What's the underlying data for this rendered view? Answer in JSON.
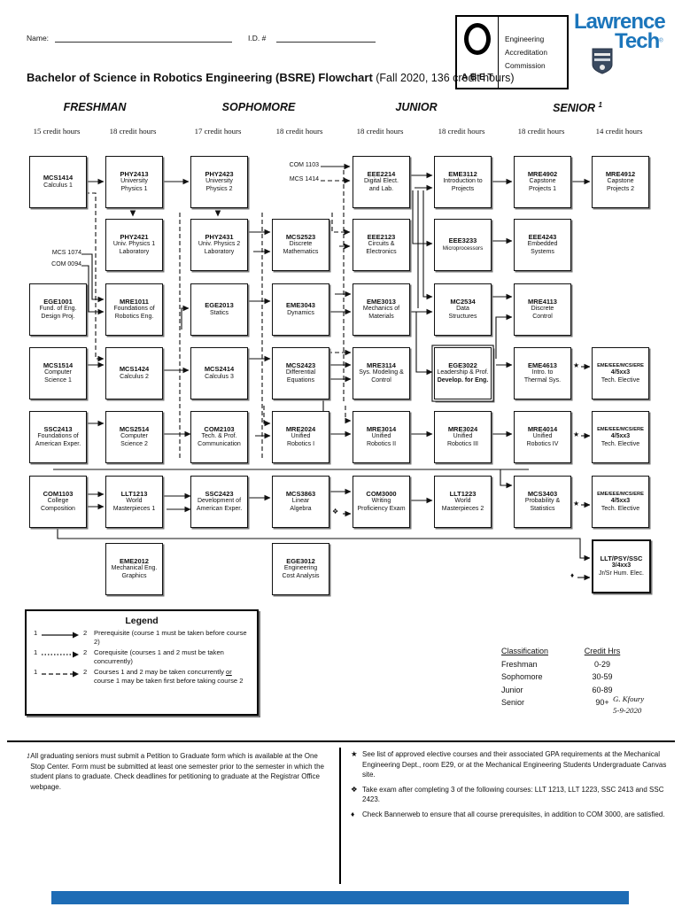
{
  "header": {
    "name_label": "Name:",
    "id_label": "I.D. #",
    "title_bold": "Bachelor of Science in Robotics Engineering (BSRE) Flowchart",
    "title_paren": " (Fall 2020, 136 credit hours)",
    "abet": {
      "word": "ABET",
      "lines": [
        "Engineering",
        "Accreditation",
        "Commission"
      ]
    },
    "logo": {
      "line1": "Lawrence",
      "line2": "Tech",
      "registered": "®"
    },
    "brand_blue": "#1b75bb"
  },
  "flowchart": {
    "year_headers": [
      {
        "label": "FRESHMAN",
        "sup": ""
      },
      {
        "label": "SOPHOMORE",
        "sup": ""
      },
      {
        "label": "JUNIOR",
        "sup": ""
      },
      {
        "label": "SENIOR",
        "sup": "1"
      }
    ],
    "credit_hours": [
      "15 credit hours",
      "18 credit hours",
      "17 credit hours",
      "18 credit hours",
      "18 credit hours",
      "18 credit hours",
      "18 credit hours",
      "14 credit hours"
    ],
    "courses": [
      {
        "code": "MCS1414",
        "lines": [
          "Calculus 1"
        ],
        "row": 1,
        "col": 1
      },
      {
        "code": "PHY2413",
        "lines": [
          "University",
          "Physics 1"
        ],
        "row": 1,
        "col": 2
      },
      {
        "code": "PHY2423",
        "lines": [
          "University",
          "Physics 2"
        ],
        "row": 1,
        "col": 3
      },
      {
        "code": "EEE2214",
        "lines": [
          "Digital Elect.",
          "and Lab."
        ],
        "row": 1,
        "col": 5
      },
      {
        "code": "EME3112",
        "lines": [
          "Introduction to",
          "Projects"
        ],
        "row": 1,
        "col": 6
      },
      {
        "code": "MRE4902",
        "lines": [
          "Capstone",
          "Projects 1"
        ],
        "row": 1,
        "col": 7
      },
      {
        "code": "MRE4912",
        "lines": [
          "Capstone",
          "Projects 2"
        ],
        "row": 1,
        "col": 8
      },
      {
        "code": "PHY2421",
        "lines": [
          "Univ. Physics 1",
          "Laboratory"
        ],
        "row": 2,
        "col": 2
      },
      {
        "code": "PHY2431",
        "lines": [
          "Univ. Physics 2",
          "Laboratory"
        ],
        "row": 2,
        "col": 3
      },
      {
        "code": "MCS2523",
        "lines": [
          "Discrete",
          "Mathematics"
        ],
        "row": 2,
        "col": 4
      },
      {
        "code": "EEE2123",
        "lines": [
          "Circuits &",
          "Electronics"
        ],
        "row": 2,
        "col": 5
      },
      {
        "code": "EEE3233",
        "lines": [
          "Microprocessors"
        ],
        "row": 2,
        "col": 6,
        "variant": "micro"
      },
      {
        "code": "EEE4243",
        "lines": [
          "Embedded",
          "Systems"
        ],
        "row": 2,
        "col": 7
      },
      {
        "code": "EGE1001",
        "lines": [
          "Fund. of Eng.",
          "Design Proj."
        ],
        "row": 3,
        "col": 1
      },
      {
        "code": "MRE1011",
        "lines": [
          "Foundations of",
          "Robotics Eng."
        ],
        "row": 3,
        "col": 2
      },
      {
        "code": "EGE2013",
        "lines": [
          "Statics"
        ],
        "row": 3,
        "col": 3
      },
      {
        "code": "EME3043",
        "lines": [
          "Dynamics"
        ],
        "row": 3,
        "col": 4
      },
      {
        "code": "EME3013",
        "lines": [
          "Mechanics of",
          "Materials"
        ],
        "row": 3,
        "col": 5
      },
      {
        "code": "MC2534",
        "lines": [
          "Data",
          "Structures"
        ],
        "row": 3,
        "col": 6
      },
      {
        "code": "MRE4113",
        "lines": [
          "Discrete",
          "Control"
        ],
        "row": 3,
        "col": 7
      },
      {
        "code": "MCS1514",
        "lines": [
          "Computer",
          "Science 1"
        ],
        "row": 4,
        "col": 1
      },
      {
        "code": "MCS1424",
        "lines": [
          "Calculus 2"
        ],
        "row": 4,
        "col": 2
      },
      {
        "code": "MCS2414",
        "lines": [
          "Calculus 3"
        ],
        "row": 4,
        "col": 3
      },
      {
        "code": "MCS2423",
        "lines": [
          "Differential",
          "Equations"
        ],
        "row": 4,
        "col": 4
      },
      {
        "code": "MRE3114",
        "lines": [
          "Sys. Modeling &",
          "Control"
        ],
        "row": 4,
        "col": 5
      },
      {
        "code": "EGE3022",
        "lines": [
          "Leadership & Prof.",
          "Develop. for Eng."
        ],
        "row": 4,
        "col": 6,
        "variant": "ege"
      },
      {
        "code": "EME4613",
        "lines": [
          "Intro. to",
          "Thermal Sys."
        ],
        "row": 4,
        "col": 7
      },
      {
        "code": "EME/EEE/MCS/ERE",
        "lines": [
          "4/5xx3",
          "Tech. Elective"
        ],
        "row": 4,
        "col": 8,
        "variant": "elective"
      },
      {
        "code": "SSC2413",
        "lines": [
          "Foundations of",
          "American Exper."
        ],
        "row": 5,
        "col": 1
      },
      {
        "code": "MCS2514",
        "lines": [
          "Computer",
          "Science 2"
        ],
        "row": 5,
        "col": 2
      },
      {
        "code": "COM2103",
        "lines": [
          "Tech. & Prof.",
          "Communication"
        ],
        "row": 5,
        "col": 3
      },
      {
        "code": "MRE2024",
        "lines": [
          "Unified",
          "Robotics I"
        ],
        "row": 5,
        "col": 4
      },
      {
        "code": "MRE3014",
        "lines": [
          "Unified",
          "Robotics II"
        ],
        "row": 5,
        "col": 5
      },
      {
        "code": "MRE3024",
        "lines": [
          "Unified",
          "Robotics III"
        ],
        "row": 5,
        "col": 6
      },
      {
        "code": "MRE4014",
        "lines": [
          "Unified",
          "Robotics IV"
        ],
        "row": 5,
        "col": 7
      },
      {
        "code": "EME/EEE/MCS/ERE",
        "lines": [
          "4/5xx3",
          "Tech. Elective"
        ],
        "row": 5,
        "col": 8,
        "variant": "elective"
      },
      {
        "code": "COM1103",
        "lines": [
          "College",
          "Composition"
        ],
        "row": 6,
        "col": 1
      },
      {
        "code": "LLT1213",
        "lines": [
          "World",
          "Masterpieces 1"
        ],
        "row": 6,
        "col": 2
      },
      {
        "code": "SSC2423",
        "lines": [
          "Development of",
          "American Exper."
        ],
        "row": 6,
        "col": 3
      },
      {
        "code": "MCS3863",
        "lines": [
          "Linear",
          "Algebra"
        ],
        "row": 6,
        "col": 4
      },
      {
        "code": "COM3000",
        "lines": [
          "Writing",
          "Proficiency Exam"
        ],
        "row": 6,
        "col": 5
      },
      {
        "code": "LLT1223",
        "lines": [
          "World",
          "Masterpieces 2"
        ],
        "row": 6,
        "col": 6
      },
      {
        "code": "MCS3403",
        "lines": [
          "Probability &",
          "Statistics"
        ],
        "row": 6,
        "col": 7
      },
      {
        "code": "EME/EEE/MCS/ERE",
        "lines": [
          "4/5xx3",
          "Tech. Elective"
        ],
        "row": 6,
        "col": 8,
        "variant": "elective"
      },
      {
        "code": "EME2012",
        "lines": [
          "Mechanical Eng.",
          "Graphics"
        ],
        "row": 7,
        "col": 2
      },
      {
        "code": "EGE3012",
        "lines": [
          "Engineering",
          "Cost Analysis"
        ],
        "row": 7,
        "col": 4
      },
      {
        "code": "LLT/PSY/SSC",
        "lines": [
          "3/4xx3",
          "Jr/Sr Hum. Elec."
        ],
        "row": 7,
        "col": 8,
        "variant": "hum"
      }
    ],
    "float_labels": [
      "COM 1103",
      "MCS 1414",
      "MCS 1074",
      "COM 0094"
    ],
    "symbols": {
      "star": "★",
      "exam": "❖",
      "diamond": "♦"
    }
  },
  "legend": {
    "title": "Legend",
    "rows": [
      {
        "n1": "1",
        "n2": "2",
        "style": "solid",
        "desc": "Prerequisite (course 1 must be taken before course 2)"
      },
      {
        "n1": "1",
        "n2": "2",
        "style": "dotted",
        "desc": "Corequisite (courses 1 and 2 must be taken concurrently)"
      },
      {
        "n1": "1",
        "n2": "2",
        "style": "dashed",
        "desc": "Courses 1 and 2 may be taken concurrently ",
        "u": "or",
        "post": " course 1 may be taken first before taking course 2"
      }
    ]
  },
  "classification": {
    "headers": [
      "Classification",
      "Credit Hrs"
    ],
    "rows": [
      [
        "Freshman",
        "0-29"
      ],
      [
        "Sophomore",
        "30-59"
      ],
      [
        "Junior",
        "60-89"
      ],
      [
        "Senior",
        "90+"
      ]
    ],
    "signature": "G. Kfoury",
    "date": "5-9-2020"
  },
  "footnotes": {
    "left_marker": "1",
    "left_text": "All graduating seniors must submit a Petition to Graduate form which is available at the One Stop Center.  Form must be submitted at least one semester prior to the semester in which the student plans to graduate.  Check deadlines for petitioning to graduate at the Registrar Office webpage.",
    "right": [
      {
        "marker": "★",
        "text": "See list of approved elective courses and their associated GPA requirements at the Mechanical Engineering Dept., room E29, or at the Mechanical Engineering Students Undergraduate Canvas site."
      },
      {
        "marker": "❖",
        "text": "Take exam after completing 3 of the following courses:   LLT 1213, LLT 1223, SSC 2413 and SSC 2423."
      },
      {
        "marker": "♦",
        "text": "Check Bannerweb to ensure that all course prerequisites, in addition to COM 3000, are satisfied."
      }
    ]
  }
}
